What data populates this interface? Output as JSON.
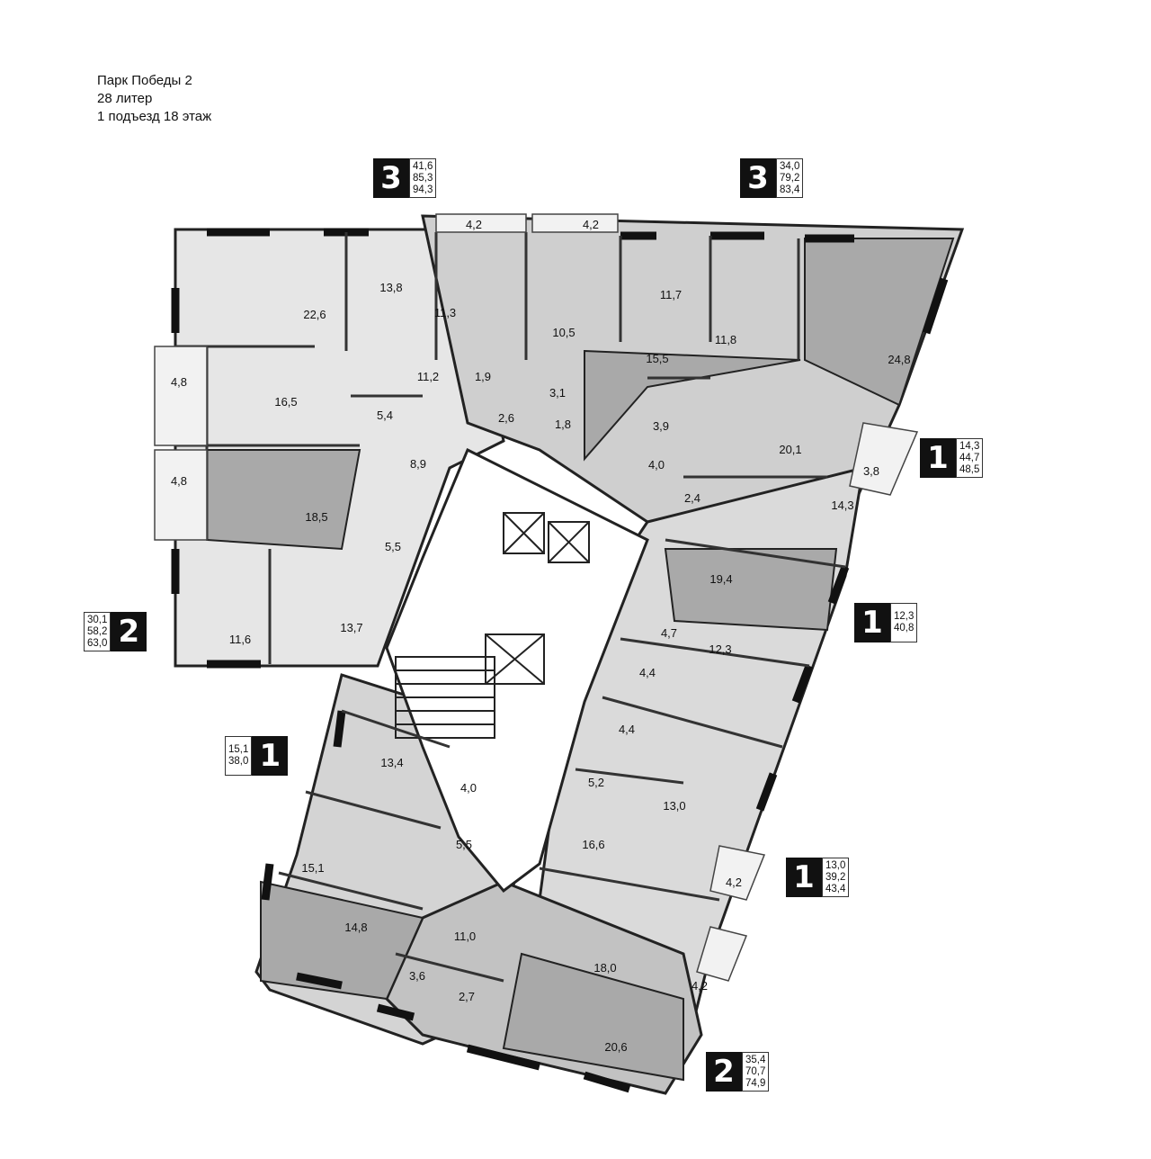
{
  "header": {
    "line1": "Парк Победы 2",
    "line2": "28 литер",
    "line3": "1 подъезд 18 этаж"
  },
  "colors": {
    "wall": "#222222",
    "room_light": "#e8e8e8",
    "room_mid": "#c9c9c9",
    "room_dark": "#a8a8a8",
    "core": "#ffffff"
  },
  "apartments": [
    {
      "rooms": "3",
      "areas": [
        "41,6",
        "85,3",
        "94,3"
      ]
    },
    {
      "rooms": "3",
      "areas": [
        "34,0",
        "79,2",
        "83,4"
      ]
    },
    {
      "rooms": "1",
      "areas": [
        "14,3",
        "44,7",
        "48,5"
      ]
    },
    {
      "rooms": "1",
      "areas": [
        "12,3",
        "40,8"
      ]
    },
    {
      "rooms": "1",
      "areas": [
        "13,0",
        "39,2",
        "43,4"
      ]
    },
    {
      "rooms": "2",
      "areas": [
        "35,4",
        "70,7",
        "74,9"
      ]
    },
    {
      "rooms": "1",
      "areas": [
        "15,1",
        "38,0"
      ]
    },
    {
      "rooms": "2",
      "areas": [
        "30,1",
        "58,2",
        "63,0"
      ]
    }
  ],
  "room_areas": [
    "4,2",
    "4,2",
    "13,8",
    "22,6",
    "11,3",
    "10,5",
    "11,7",
    "11,8",
    "24,8",
    "4,8",
    "16,5",
    "11,2",
    "1,9",
    "3,1",
    "15,5",
    "5,4",
    "2,6",
    "1,8",
    "3,9",
    "4,0",
    "20,1",
    "3,8",
    "4,8",
    "18,5",
    "8,9",
    "2,4",
    "14,3",
    "5,5",
    "13,7",
    "11,6",
    "19,4",
    "4,7",
    "12,3",
    "4,4",
    "4,4",
    "13,4",
    "4,0",
    "5,2",
    "13,0",
    "15,1",
    "5,5",
    "16,6",
    "4,2",
    "14,8",
    "11,0",
    "18,0",
    "3,6",
    "2,7",
    "4,2",
    "20,6"
  ]
}
